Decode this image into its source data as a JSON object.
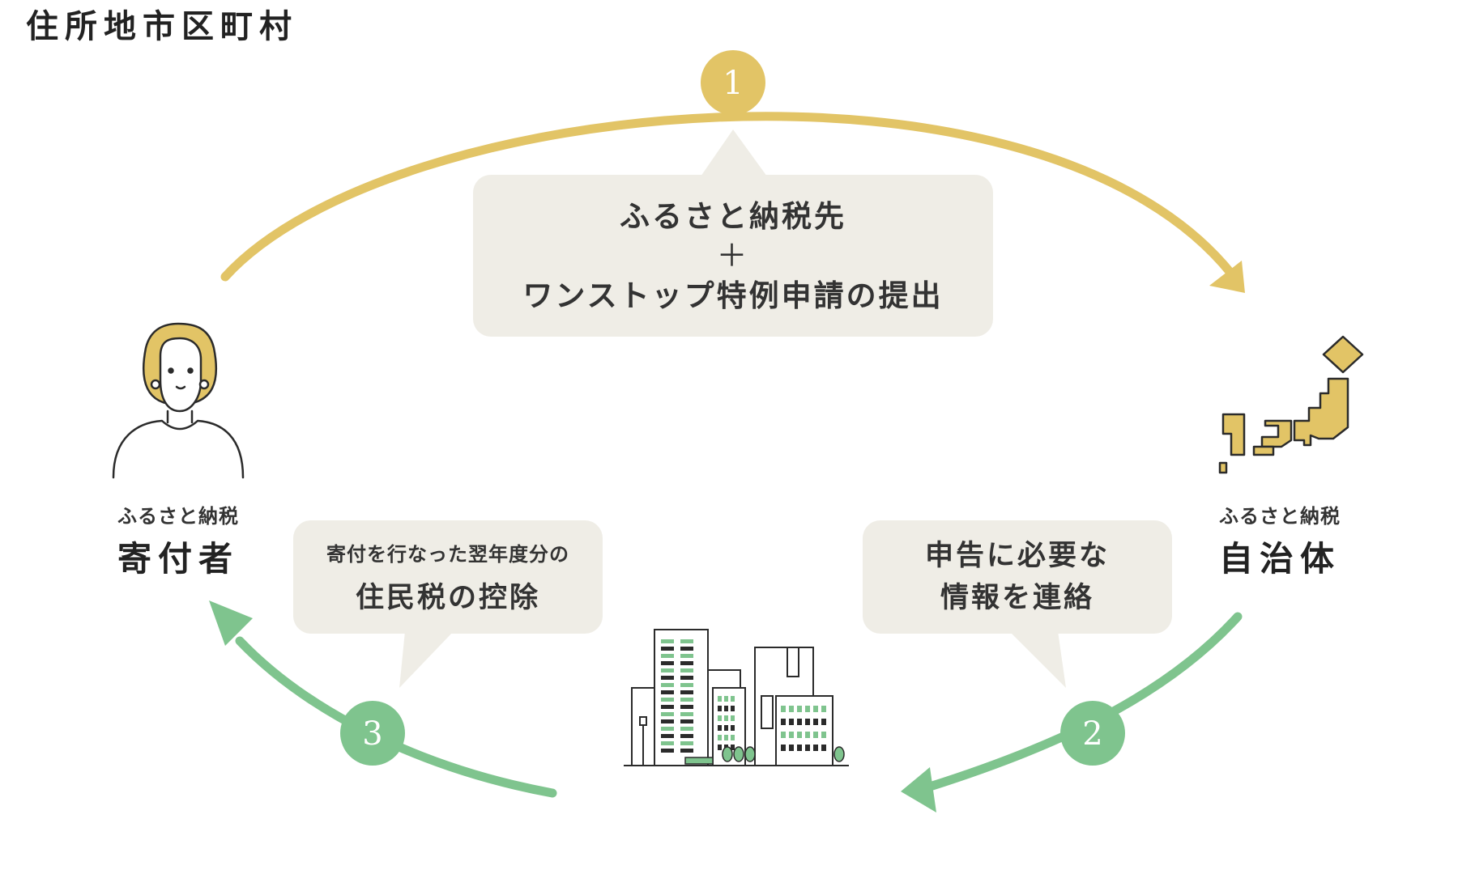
{
  "colors": {
    "gold": "#e2c466",
    "green": "#7fc48e",
    "bubble": "#efede6",
    "text": "#2b2b2b"
  },
  "steps": [
    {
      "number": "1"
    },
    {
      "number": "2"
    },
    {
      "number": "3"
    }
  ],
  "bubble1": {
    "line1": "ふるさと納税先",
    "plus": "＋",
    "line3": "ワンストップ特例申請の提出"
  },
  "bubble2": {
    "line1": "申告に必要な",
    "line2": "情報を連絡"
  },
  "bubble3": {
    "line1": "寄付を行なった翌年度分の",
    "line2": "住民税の控除"
  },
  "donor": {
    "sub": "ふるさと納税",
    "main": "寄付者",
    "icon": "woman-avatar-icon"
  },
  "municipality": {
    "sub": "ふるさと納税",
    "main": "自治体",
    "icon": "japan-map-icon"
  },
  "city": {
    "main": "住所地市区町村",
    "icon": "city-buildings-icon"
  }
}
